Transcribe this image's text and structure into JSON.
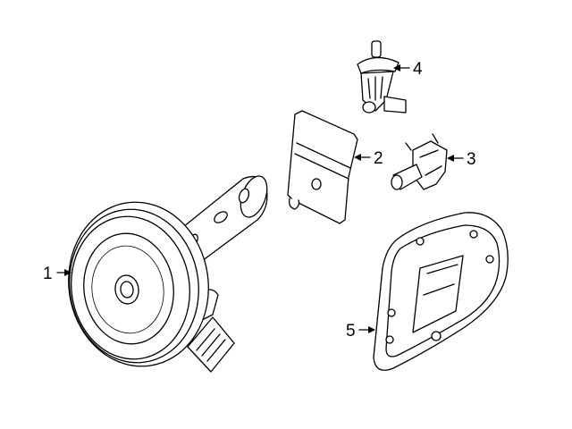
{
  "callouts": [
    {
      "number": "1",
      "part": "horn"
    },
    {
      "number": "2",
      "part": "bracket"
    },
    {
      "number": "3",
      "part": "sensor"
    },
    {
      "number": "4",
      "part": "switch"
    },
    {
      "number": "5",
      "part": "module"
    }
  ]
}
